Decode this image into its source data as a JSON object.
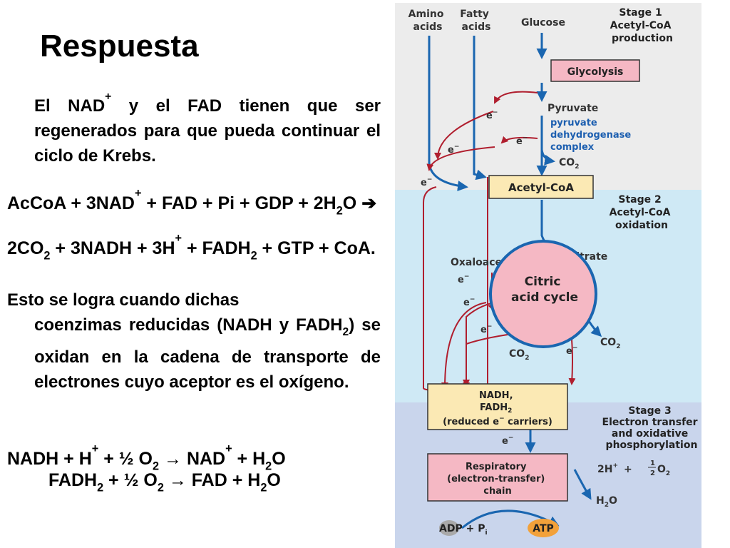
{
  "slide": {
    "title": "Respuesta",
    "para1": {
      "t1": "El NAD",
      "sup1": "+",
      "t2": " y el FAD tienen que ser regenerados para que pueda continuar el ciclo de Krebs."
    },
    "eq1": {
      "a": "AcCoA + 3NAD",
      "a_sup": "+",
      "b": " + FAD + Pi + GDP + 2H",
      "b_sub": "2",
      "c": "O ",
      "arrow": "➔",
      "d": " 2CO",
      "d_sub": "2",
      "e": " + 3NADH + 3H",
      "e_sup": "+",
      "f": " + FADH",
      "f_sub": "2",
      "g": " + GTP + CoA."
    },
    "para2": {
      "first": "Esto se logra cuando dichas",
      "rest_a": "coenzimas reducidas (NADH y FADH",
      "rest_sub": "2",
      "rest_b": ") se oxidan en la cadena de transporte de electrones cuyo aceptor es el oxígeno."
    },
    "eq2": {
      "a": "NADH + H",
      "a_sup": "+",
      "b": " + ½ O",
      "b_sub": "2",
      "c": " → NAD",
      "c_sup": "+",
      "d": " + H",
      "d_sub": "2",
      "e": "O"
    },
    "eq3": {
      "a": "FADH",
      "a_sub": "2",
      "b": " + ½ O",
      "b_sub": "2",
      "c": " → FAD + H",
      "c_sub": "2",
      "d": "O"
    }
  },
  "diagram": {
    "amino": [
      "Amino",
      "acids"
    ],
    "fatty": [
      "Fatty",
      "acids"
    ],
    "glucose": "Glucose",
    "stage1": [
      "Stage 1",
      "Acetyl-CoA",
      "production"
    ],
    "glycolysis": "Glycolysis",
    "pyruvate": "Pyruvate",
    "pdh": [
      "pyruvate",
      "dehydrogenase",
      "complex"
    ],
    "co2": "CO",
    "co2_sub": "2",
    "electron": "e",
    "minus": "−",
    "acetylcoa": "Acetyl-CoA",
    "stage2": [
      "Stage 2",
      "Acetyl-CoA",
      "oxidation"
    ],
    "oxaloacetate": "Oxaloacetate",
    "citrate": "Citrate",
    "citric": [
      "Citric",
      "acid cycle"
    ],
    "carriers": [
      "NADH,",
      "FADH",
      "(reduced e",
      " carriers)"
    ],
    "fadh_sub": "2",
    "stage3": [
      "Stage 3",
      "Electron transfer",
      "and oxidative",
      "phosphorylation"
    ],
    "resp": [
      "Respiratory",
      "(electron-transfer)",
      "chain"
    ],
    "twoh": "2H",
    "plus_sign": "+",
    "half_num": "1",
    "half_den": "2",
    "o2": "O",
    "h2o": "H",
    "h2o_o": "O",
    "adp": "ADP + P",
    "adp_sub": "i",
    "atp": "ATP",
    "colors": {
      "stage1_bg": "#ececec",
      "stage2_bg": "#cfe9f5",
      "stage3_bg": "#c9d5ec",
      "blue_arrow": "#1a66b0",
      "red_arrow": "#b01e2e",
      "pink_box": "#f5b8c4",
      "yellow_box": "#fbe9b4",
      "blue_text": "#1d5fb0",
      "atp": "#f2a13a",
      "adp": "#a9a9a9"
    }
  }
}
